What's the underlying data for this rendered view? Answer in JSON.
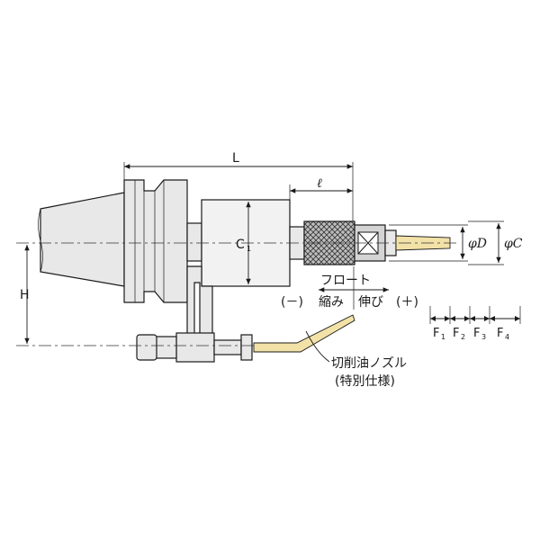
{
  "diagram": {
    "dimensions": {
      "L": "L",
      "ell": "ℓ",
      "C1": "C",
      "C1_sub": "1",
      "H": "H",
      "phiD": "φD",
      "phiC": "φC",
      "F1": "F",
      "F1_sub": "1",
      "F2": "F",
      "F2_sub": "2",
      "F3": "F",
      "F3_sub": "3",
      "F4": "F",
      "F4_sub": "4"
    },
    "float_labels": {
      "title": "フロート",
      "minus": "(－)",
      "shrink": "縮み",
      "extend": "伸び",
      "plus": "(＋)"
    },
    "nozzle_labels": {
      "name": "切削油ノズル",
      "note": "(特別仕様)"
    },
    "colors": {
      "line": "#1a1a1a",
      "body": "#e8e8e8",
      "collet": "#c8c8c8",
      "nozzle_stream": "#e6c97a"
    }
  }
}
